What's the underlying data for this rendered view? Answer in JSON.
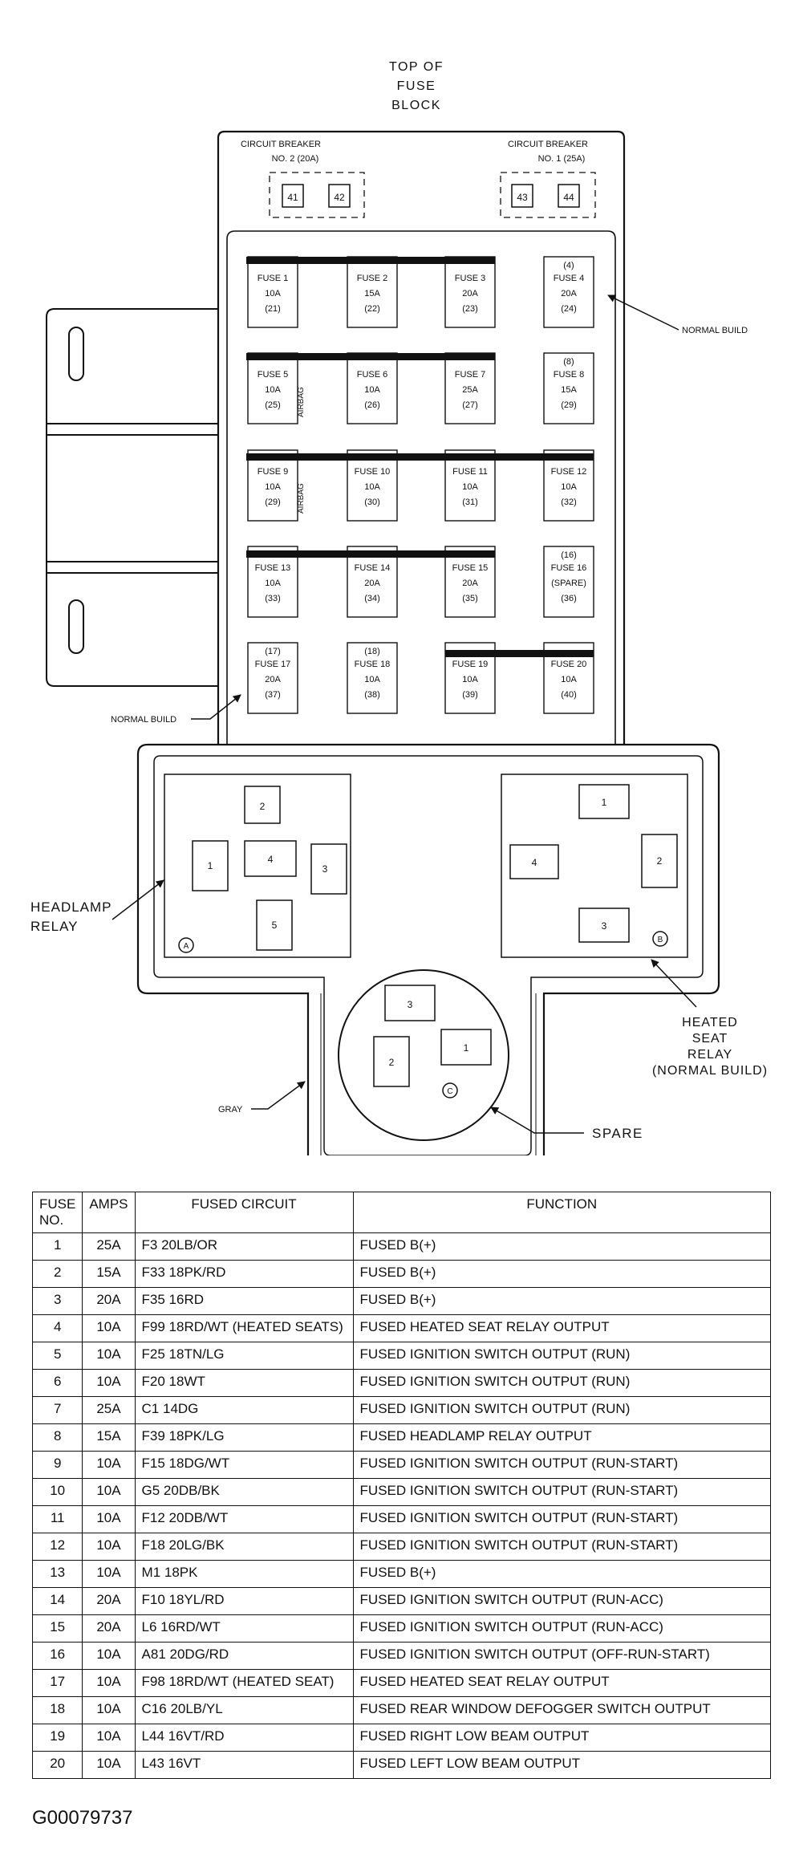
{
  "diagram": {
    "top_label_lines": [
      "TOP OF",
      "FUSE",
      "BLOCK"
    ],
    "circuit_breakers": [
      {
        "title": "CIRCUIT BREAKER",
        "sub": "NO. 2 (20A)",
        "slots": [
          "41",
          "42"
        ]
      },
      {
        "title": "CIRCUIT BREAKER",
        "sub": "NO. 1 (25A)",
        "slots": [
          "43",
          "44"
        ]
      }
    ],
    "fuses": [
      {
        "top": "",
        "name": "FUSE 1",
        "amps": "10A",
        "cavity": "(21)",
        "bar": true
      },
      {
        "top": "",
        "name": "FUSE 2",
        "amps": "15A",
        "cavity": "(22)",
        "bar": true
      },
      {
        "top": "",
        "name": "FUSE 3",
        "amps": "20A",
        "cavity": "(23)",
        "bar": true
      },
      {
        "top": "(4)",
        "name": "FUSE 4",
        "amps": "20A",
        "cavity": "(24)",
        "bar": false
      },
      {
        "top": "",
        "name": "FUSE 5",
        "amps": "10A",
        "cavity": "(25)",
        "bar": true
      },
      {
        "top": "",
        "name": "FUSE 6",
        "amps": "10A",
        "cavity": "(26)",
        "bar": true
      },
      {
        "top": "",
        "name": "FUSE 7",
        "amps": "25A",
        "cavity": "(27)",
        "bar": true
      },
      {
        "top": "(8)",
        "name": "FUSE 8",
        "amps": "15A",
        "cavity": "(29)",
        "bar": false
      },
      {
        "top": "",
        "name": "FUSE 9",
        "amps": "10A",
        "cavity": "(29)",
        "bar": true
      },
      {
        "top": "",
        "name": "FUSE 10",
        "amps": "10A",
        "cavity": "(30)",
        "bar": true
      },
      {
        "top": "",
        "name": "FUSE 11",
        "amps": "10A",
        "cavity": "(31)",
        "bar": true
      },
      {
        "top": "",
        "name": "FUSE 12",
        "amps": "10A",
        "cavity": "(32)",
        "bar": true
      },
      {
        "top": "",
        "name": "FUSE 13",
        "amps": "10A",
        "cavity": "(33)",
        "bar": true
      },
      {
        "top": "",
        "name": "FUSE 14",
        "amps": "20A",
        "cavity": "(34)",
        "bar": true
      },
      {
        "top": "",
        "name": "FUSE 15",
        "amps": "20A",
        "cavity": "(35)",
        "bar": true
      },
      {
        "top": "(16)",
        "name": "FUSE 16",
        "amps": "(SPARE)",
        "cavity": "(36)",
        "bar": false
      },
      {
        "top": "(17)",
        "name": "FUSE 17",
        "amps": "20A",
        "cavity": "(37)",
        "bar": false
      },
      {
        "top": "(18)",
        "name": "FUSE 18",
        "amps": "10A",
        "cavity": "(38)",
        "bar": false
      },
      {
        "top": "",
        "name": "FUSE 19",
        "amps": "10A",
        "cavity": "(39)",
        "bar": true
      },
      {
        "top": "",
        "name": "FUSE 20",
        "amps": "10A",
        "cavity": "(40)",
        "bar": true
      }
    ],
    "airbag_label": "AIRBAG",
    "normal_build_right": "NORMAL BUILD",
    "normal_build_left": "NORMAL BUILD",
    "relay_a": {
      "letter": "A",
      "slots": [
        "1",
        "2",
        "3",
        "4",
        "5"
      ]
    },
    "relay_b": {
      "letter": "B",
      "slots": [
        "1",
        "2",
        "3",
        "4"
      ]
    },
    "relay_c": {
      "letter": "C",
      "slots": [
        "1",
        "2",
        "3"
      ]
    },
    "headlamp_relay_lines": [
      "HEADLAMP",
      "RELAY"
    ],
    "heated_seat_relay_lines": [
      "HEATED",
      "SEAT",
      "RELAY",
      "(NORMAL BUILD)"
    ],
    "gray_label": "GRAY",
    "spare_label": "SPARE"
  },
  "table": {
    "headers": {
      "fuse_no": "FUSE NO.",
      "amps": "AMPS",
      "circuit": "FUSED CIRCUIT",
      "function": "FUNCTION"
    },
    "rows": [
      {
        "fuse": "1",
        "amps": "25A",
        "circuit": "F3 20LB/OR",
        "function": "FUSED B(+)"
      },
      {
        "fuse": "2",
        "amps": "15A",
        "circuit": "F33 18PK/RD",
        "function": "FUSED B(+)"
      },
      {
        "fuse": "3",
        "amps": "20A",
        "circuit": "F35 16RD",
        "function": "FUSED B(+)"
      },
      {
        "fuse": "4",
        "amps": "10A",
        "circuit": "F99 18RD/WT (HEATED SEATS)",
        "function": "FUSED HEATED SEAT RELAY OUTPUT"
      },
      {
        "fuse": "5",
        "amps": "10A",
        "circuit": "F25 18TN/LG",
        "function": "FUSED IGNITION SWITCH OUTPUT (RUN)"
      },
      {
        "fuse": "6",
        "amps": "10A",
        "circuit": "F20 18WT",
        "function": "FUSED IGNITION SWITCH OUTPUT (RUN)"
      },
      {
        "fuse": "7",
        "amps": "25A",
        "circuit": "C1 14DG",
        "function": "FUSED IGNITION SWITCH OUTPUT (RUN)"
      },
      {
        "fuse": "8",
        "amps": "15A",
        "circuit": "F39 18PK/LG",
        "function": "FUSED HEADLAMP RELAY OUTPUT"
      },
      {
        "fuse": "9",
        "amps": "10A",
        "circuit": "F15 18DG/WT",
        "function": "FUSED IGNITION SWITCH OUTPUT (RUN-START)"
      },
      {
        "fuse": "10",
        "amps": "10A",
        "circuit": "G5 20DB/BK",
        "function": "FUSED IGNITION SWITCH OUTPUT (RUN-START)"
      },
      {
        "fuse": "11",
        "amps": "10A",
        "circuit": "F12 20DB/WT",
        "function": "FUSED IGNITION SWITCH OUTPUT (RUN-START)"
      },
      {
        "fuse": "12",
        "amps": "10A",
        "circuit": "F18 20LG/BK",
        "function": "FUSED IGNITION SWITCH OUTPUT (RUN-START)"
      },
      {
        "fuse": "13",
        "amps": "10A",
        "circuit": "M1 18PK",
        "function": "FUSED B(+)"
      },
      {
        "fuse": "14",
        "amps": "20A",
        "circuit": "F10 18YL/RD",
        "function": "FUSED IGNITION SWITCH OUTPUT (RUN-ACC)"
      },
      {
        "fuse": "15",
        "amps": "20A",
        "circuit": "L6 16RD/WT",
        "function": "FUSED IGNITION SWITCH OUTPUT (RUN-ACC)"
      },
      {
        "fuse": "16",
        "amps": "10A",
        "circuit": "A81 20DG/RD",
        "function": "FUSED IGNITION SWITCH OUTPUT (OFF-RUN-START)"
      },
      {
        "fuse": "17",
        "amps": "10A",
        "circuit": "F98 18RD/WT (HEATED SEAT)",
        "function": "FUSED HEATED SEAT RELAY OUTPUT"
      },
      {
        "fuse": "18",
        "amps": "10A",
        "circuit": "C16 20LB/YL",
        "function": "FUSED REAR WINDOW DEFOGGER SWITCH OUTPUT"
      },
      {
        "fuse": "19",
        "amps": "10A",
        "circuit": "L44 16VT/RD",
        "function": "FUSED RIGHT LOW BEAM OUTPUT"
      },
      {
        "fuse": "20",
        "amps": "10A",
        "circuit": "L43 16VT",
        "function": "FUSED LEFT LOW BEAM OUTPUT"
      }
    ]
  },
  "figure_id": "G00079737"
}
